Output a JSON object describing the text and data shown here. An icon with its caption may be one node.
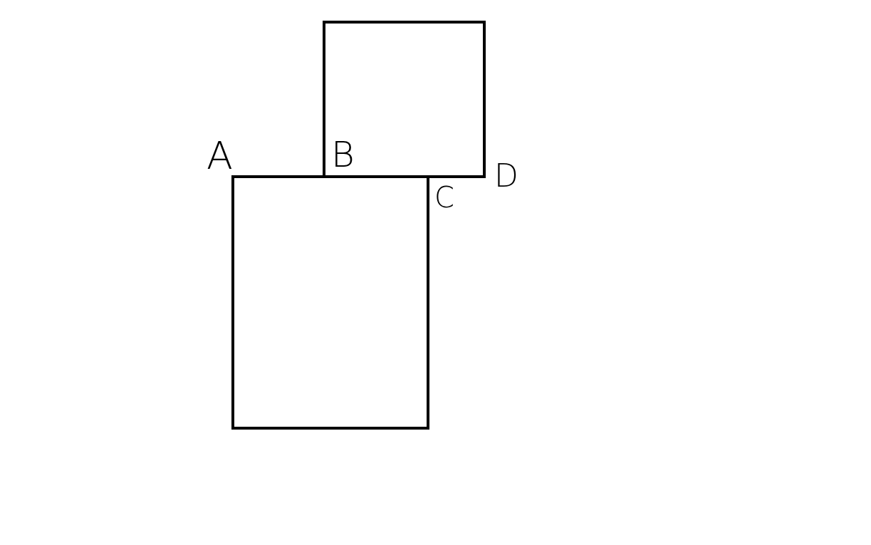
{
  "diagram": {
    "nodes": [
      {
        "text": [],
        "shape": "box"
      },
      {
        "text": [],
        "shape": "box"
      }
    ],
    "labels": [
      "A",
      "B",
      "C",
      "D"
    ]
  }
}
